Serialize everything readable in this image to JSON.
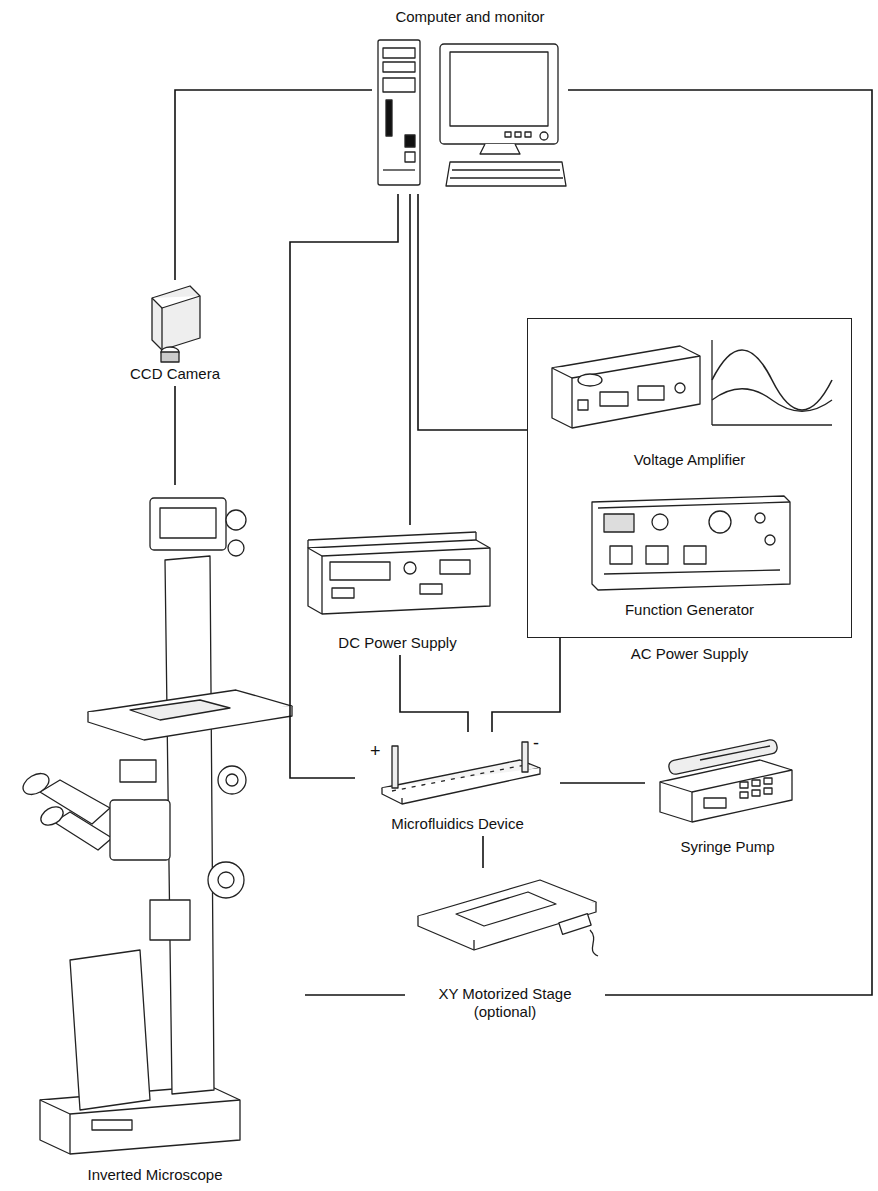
{
  "diagram": {
    "nodes": [
      {
        "text": [
          "Computer and monitor"
        ]
      },
      {
        "text": [
          "AC Power Supply"
        ]
      },
      {
        "text": [
          "Voltage Amplifier"
        ],
        "in": 1
      },
      {
        "text": [
          "Function Generator"
        ],
        "in": 1
      },
      {
        "text": [
          "CCD Camera"
        ]
      },
      {
        "text": [
          "DC Power Supply"
        ]
      },
      {
        "text": [
          "Microfluidics Device"
        ]
      },
      {
        "text": [
          "Syringe Pump"
        ]
      },
      {
        "text": [
          "XY Motorized Stage (optional)"
        ]
      },
      {
        "text": [
          "Inverted Microscope"
        ]
      }
    ],
    "edges": [
      {
        "from": 0,
        "to": 4,
        "arrow": "none"
      },
      {
        "from": 4,
        "to": 9,
        "arrow": "none"
      },
      {
        "from": 0,
        "to": 6,
        "arrow": "none"
      },
      {
        "from": 0,
        "to": 5,
        "arrow": "none"
      },
      {
        "from": 0,
        "to": 1,
        "arrow": "none"
      },
      {
        "from": 5,
        "to": 6,
        "arrow": "none"
      },
      {
        "from": 1,
        "to": 6,
        "arrow": "none"
      },
      {
        "from": 6,
        "to": 7,
        "arrow": "none"
      },
      {
        "from": 6,
        "to": 8,
        "arrow": "none"
      },
      {
        "from": 9,
        "to": 8,
        "arrow": "none"
      },
      {
        "from": 0,
        "to": 8,
        "arrow": "none"
      }
    ],
    "labels": [
      "+",
      "-"
    ]
  }
}
